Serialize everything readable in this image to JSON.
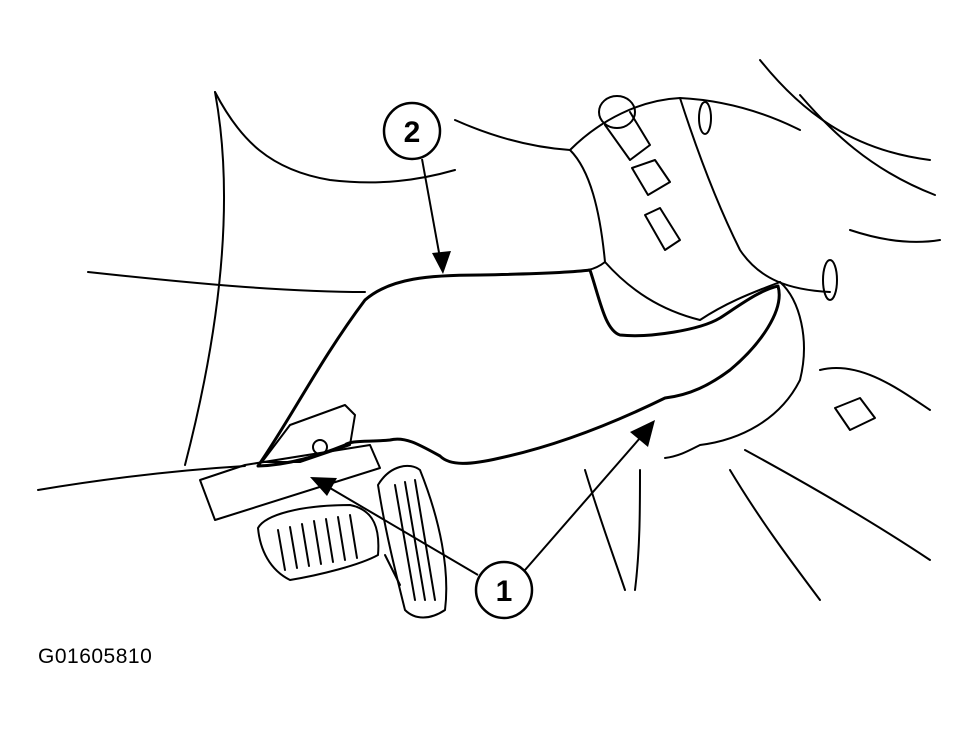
{
  "callouts": [
    {
      "id": "1",
      "label": "1"
    },
    {
      "id": "2",
      "label": "2"
    }
  ],
  "figure_code": "G01605810",
  "colors": {
    "ink": "#000000",
    "background": "#ffffff"
  }
}
